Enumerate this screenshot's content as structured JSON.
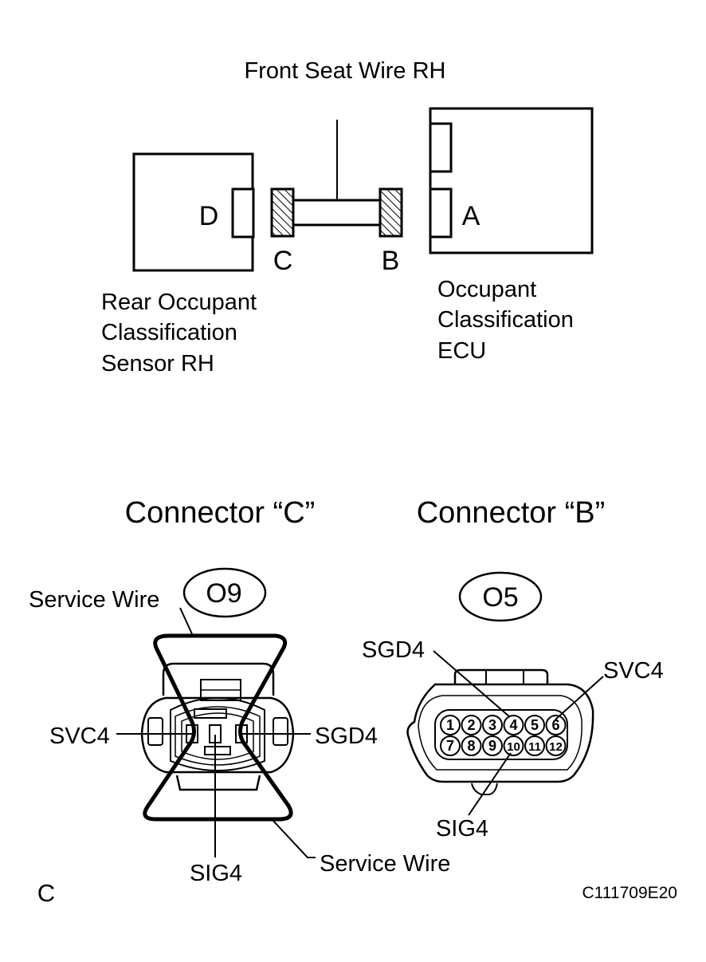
{
  "top": {
    "harness_label": "Front Seat Wire RH",
    "sensor_connector_letter": "D",
    "ecu_connector_letter": "A",
    "harness_end_c_letter": "C",
    "harness_end_b_letter": "B",
    "sensor_name": [
      "Rear Occupant",
      "Classification",
      "Sensor RH"
    ],
    "ecu_name": [
      "Occupant",
      "Classification",
      "ECU"
    ]
  },
  "connector_c": {
    "title": "Connector “C”",
    "code": "O9",
    "labels": {
      "service_wire_top": "Service Wire",
      "svc4": "SVC4",
      "sgd4": "SGD4",
      "sig4": "SIG4",
      "service_wire_bottom": "Service Wire"
    }
  },
  "connector_b": {
    "title": "Connector “B”",
    "code": "O5",
    "pins_row1": [
      "1",
      "2",
      "3",
      "4",
      "5",
      "6"
    ],
    "pins_row2": [
      "7",
      "8",
      "9",
      "10",
      "11",
      "12"
    ],
    "labels": {
      "sgd4": "SGD4",
      "svc4": "SVC4",
      "sig4": "SIG4"
    }
  },
  "footer": {
    "corner_letter": "C",
    "figure_code": "C111709E20"
  }
}
